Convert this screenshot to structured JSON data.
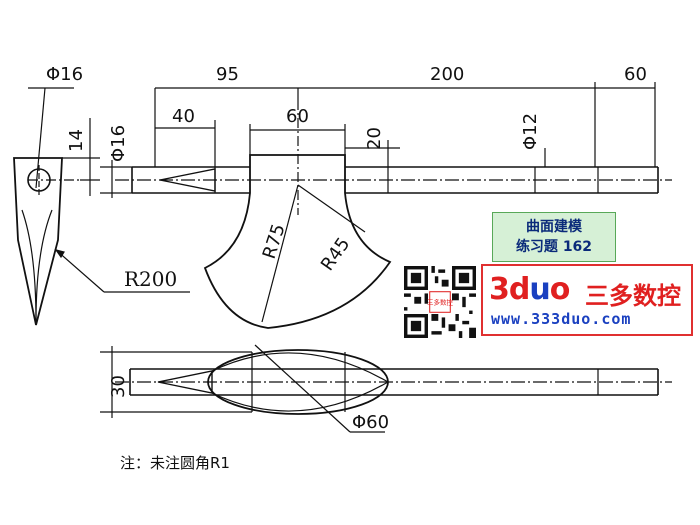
{
  "dimensions": {
    "top_95": "95",
    "top_200": "200",
    "top_60": "60",
    "d40": "40",
    "d60_head": "60",
    "d20": "20",
    "phi16_side": "Φ16",
    "phi16_front": "Φ16",
    "d14": "14",
    "phi12": "Φ12",
    "r75": "R75",
    "r45": "R45",
    "r200": "R200",
    "d30": "30",
    "phi60": "Φ60"
  },
  "note": "注：未注圆角R1",
  "badge": {
    "line1": "曲面建模",
    "line2_prefix": "练习题 ",
    "line2_num": "162"
  },
  "logo": {
    "brand_3": "3",
    "brand_d": "d",
    "brand_u": "u",
    "brand_o": "o",
    "brand_cn": "三多数控",
    "url": "www.333duo.com",
    "qr_caption": "三多数控"
  },
  "colors": {
    "logo_red": "#e02020",
    "logo_blue": "#1a40c0",
    "badge_bg": "#d6f0d6"
  }
}
